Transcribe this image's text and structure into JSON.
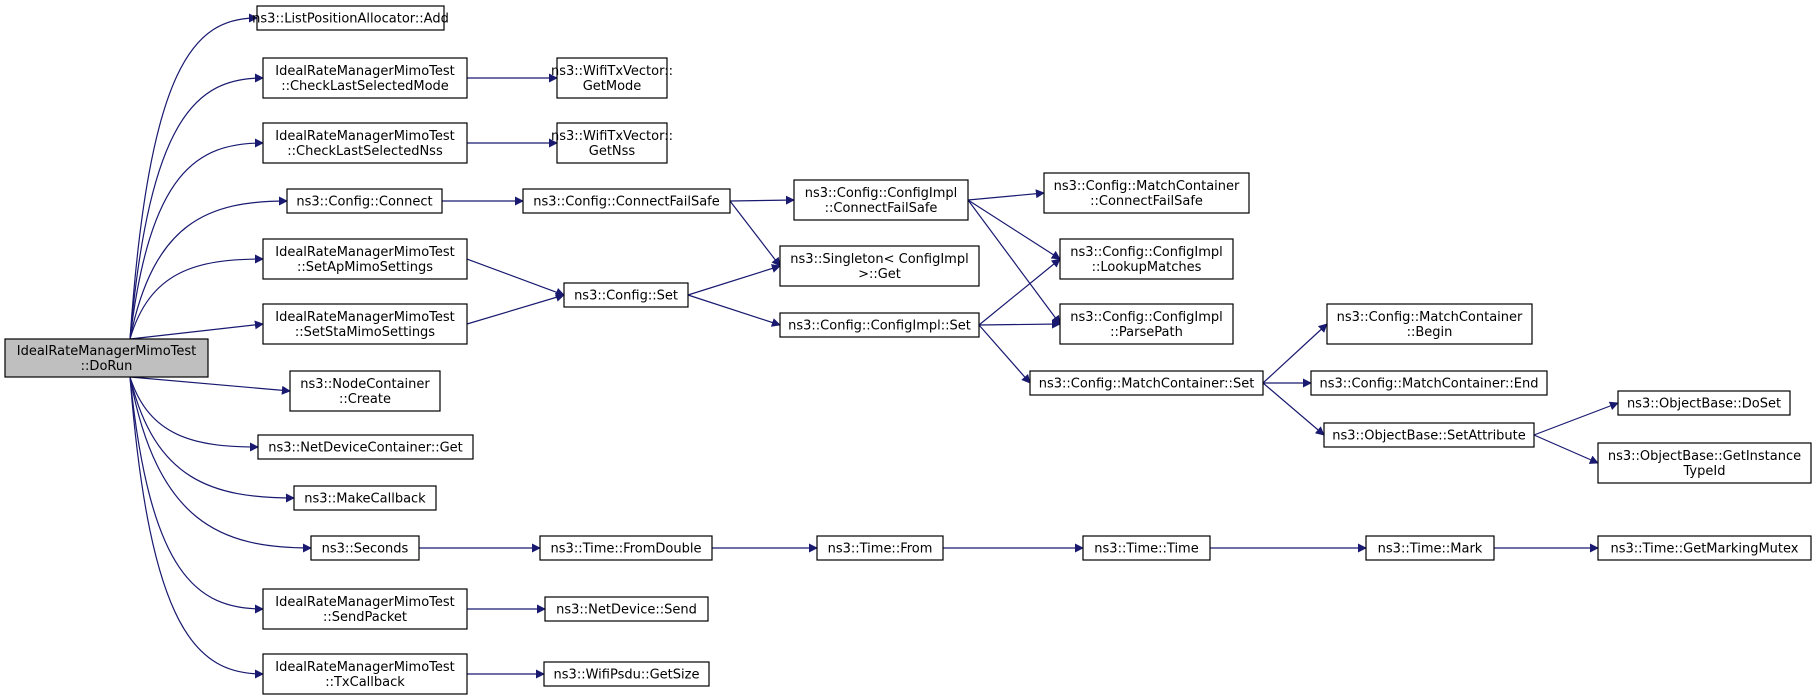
{
  "colors": {
    "edge": "#191970",
    "node_border": "#000000",
    "root_fill": "#bfbfbf",
    "node_fill": "#ffffff"
  },
  "nodes": [
    {
      "id": "root",
      "lines": [
        "IdealRateManagerMimoTest",
        "::DoRun"
      ],
      "root": true
    },
    {
      "id": "add",
      "lines": [
        "ns3::ListPositionAllocator::Add"
      ]
    },
    {
      "id": "cls_mode",
      "lines": [
        "IdealRateManagerMimoTest",
        "::CheckLastSelectedMode"
      ]
    },
    {
      "id": "cls_nss",
      "lines": [
        "IdealRateManagerMimoTest",
        "::CheckLastSelectedNss"
      ]
    },
    {
      "id": "connect",
      "lines": [
        "ns3::Config::Connect"
      ]
    },
    {
      "id": "set_ap",
      "lines": [
        "IdealRateManagerMimoTest",
        "::SetApMimoSettings"
      ]
    },
    {
      "id": "set_sta",
      "lines": [
        "IdealRateManagerMimoTest",
        "::SetStaMimoSettings"
      ]
    },
    {
      "id": "nc_create",
      "lines": [
        "ns3::NodeContainer",
        "::Create"
      ]
    },
    {
      "id": "ndc_get",
      "lines": [
        "ns3::NetDeviceContainer::Get"
      ]
    },
    {
      "id": "makecb",
      "lines": [
        "ns3::MakeCallback"
      ]
    },
    {
      "id": "seconds",
      "lines": [
        "ns3::Seconds"
      ]
    },
    {
      "id": "sendpkt",
      "lines": [
        "IdealRateManagerMimoTest",
        "::SendPacket"
      ]
    },
    {
      "id": "txcb",
      "lines": [
        "IdealRateManagerMimoTest",
        "::TxCallback"
      ]
    },
    {
      "id": "getmode",
      "lines": [
        "ns3::WifiTxVector::",
        "GetMode"
      ]
    },
    {
      "id": "getnss",
      "lines": [
        "ns3::WifiTxVector::",
        "GetNss"
      ]
    },
    {
      "id": "connectfs",
      "lines": [
        "ns3::Config::ConnectFailSafe"
      ]
    },
    {
      "id": "config_set",
      "lines": [
        "ns3::Config::Set"
      ]
    },
    {
      "id": "nd_send",
      "lines": [
        "ns3::NetDevice::Send"
      ]
    },
    {
      "id": "psdu_size",
      "lines": [
        "ns3::WifiPsdu::GetSize"
      ]
    },
    {
      "id": "fromdouble",
      "lines": [
        "ns3::Time::FromDouble"
      ]
    },
    {
      "id": "impl_connectfs",
      "lines": [
        "ns3::Config::ConfigImpl",
        "::ConnectFailSafe"
      ]
    },
    {
      "id": "singleton",
      "lines": [
        "ns3::Singleton< ConfigImpl",
        ">::Get"
      ]
    },
    {
      "id": "impl_set",
      "lines": [
        "ns3::Config::ConfigImpl::Set"
      ]
    },
    {
      "id": "time_from",
      "lines": [
        "ns3::Time::From"
      ]
    },
    {
      "id": "mc_connectfs",
      "lines": [
        "ns3::Config::MatchContainer",
        "::ConnectFailSafe"
      ]
    },
    {
      "id": "lookup",
      "lines": [
        "ns3::Config::ConfigImpl",
        "::LookupMatches"
      ]
    },
    {
      "id": "parsepath",
      "lines": [
        "ns3::Config::ConfigImpl",
        "::ParsePath"
      ]
    },
    {
      "id": "mc_set",
      "lines": [
        "ns3::Config::MatchContainer::Set"
      ]
    },
    {
      "id": "time_time",
      "lines": [
        "ns3::Time::Time"
      ]
    },
    {
      "id": "mc_begin",
      "lines": [
        "ns3::Config::MatchContainer",
        "::Begin"
      ]
    },
    {
      "id": "mc_end",
      "lines": [
        "ns3::Config::MatchContainer::End"
      ]
    },
    {
      "id": "ob_setattr",
      "lines": [
        "ns3::ObjectBase::SetAttribute"
      ]
    },
    {
      "id": "time_mark",
      "lines": [
        "ns3::Time::Mark"
      ]
    },
    {
      "id": "ob_doset",
      "lines": [
        "ns3::ObjectBase::DoSet"
      ]
    },
    {
      "id": "ob_gettid",
      "lines": [
        "ns3::ObjectBase::GetInstance",
        "TypeId"
      ]
    },
    {
      "id": "time_mutex",
      "lines": [
        "ns3::Time::GetMarkingMutex"
      ]
    }
  ],
  "edges": [
    [
      "root",
      "add"
    ],
    [
      "root",
      "cls_mode"
    ],
    [
      "root",
      "cls_nss"
    ],
    [
      "root",
      "connect"
    ],
    [
      "root",
      "set_ap"
    ],
    [
      "root",
      "set_sta"
    ],
    [
      "root",
      "nc_create"
    ],
    [
      "root",
      "ndc_get"
    ],
    [
      "root",
      "makecb"
    ],
    [
      "root",
      "seconds"
    ],
    [
      "root",
      "sendpkt"
    ],
    [
      "root",
      "txcb"
    ],
    [
      "cls_mode",
      "getmode"
    ],
    [
      "cls_nss",
      "getnss"
    ],
    [
      "connect",
      "connectfs"
    ],
    [
      "connectfs",
      "impl_connectfs"
    ],
    [
      "connectfs",
      "singleton"
    ],
    [
      "impl_connectfs",
      "mc_connectfs"
    ],
    [
      "impl_connectfs",
      "lookup"
    ],
    [
      "impl_connectfs",
      "parsepath"
    ],
    [
      "set_ap",
      "config_set"
    ],
    [
      "set_sta",
      "config_set"
    ],
    [
      "config_set",
      "singleton"
    ],
    [
      "config_set",
      "impl_set"
    ],
    [
      "impl_set",
      "lookup"
    ],
    [
      "impl_set",
      "parsepath"
    ],
    [
      "impl_set",
      "mc_set"
    ],
    [
      "mc_set",
      "mc_begin"
    ],
    [
      "mc_set",
      "mc_end"
    ],
    [
      "mc_set",
      "ob_setattr"
    ],
    [
      "ob_setattr",
      "ob_doset"
    ],
    [
      "ob_setattr",
      "ob_gettid"
    ],
    [
      "seconds",
      "fromdouble"
    ],
    [
      "fromdouble",
      "time_from"
    ],
    [
      "time_from",
      "time_time"
    ],
    [
      "time_time",
      "time_mark"
    ],
    [
      "time_mark",
      "time_mutex"
    ],
    [
      "sendpkt",
      "nd_send"
    ],
    [
      "txcb",
      "psdu_size"
    ]
  ]
}
